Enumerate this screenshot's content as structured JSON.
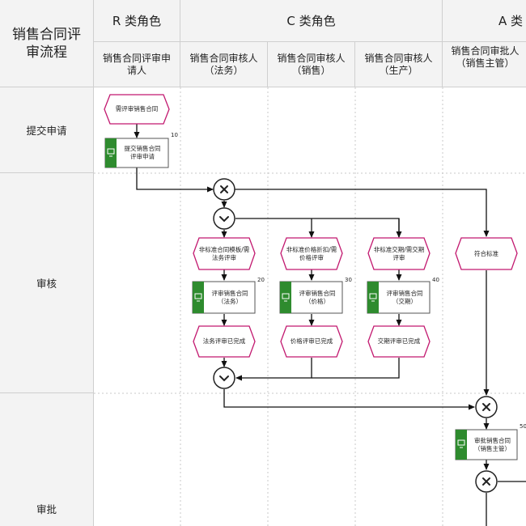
{
  "header": {
    "title": "销售合同评审流程",
    "groups": {
      "r": "R 类角色",
      "c": "C 类角色",
      "a": "A 类"
    },
    "roles": {
      "r1": "销售合同评审申请人",
      "c1": "销售合同审核人（法务）",
      "c2": "销售合同审核人（销售）",
      "c3": "销售合同审核人（生产）",
      "a1": "销售合同审批人（销售主管）"
    }
  },
  "lanes": {
    "submit": "提交申请",
    "review": "审核",
    "approve": "审批"
  },
  "events": {
    "need_review": "需评审销售合同",
    "non_std_template": "非标准合同模板/需法务评审",
    "non_std_price": "非标准价格折扣/需价格评审",
    "non_std_delivery": "非标准交期/需交期评审",
    "meets_std": "符合标准",
    "legal_done": "法务评审已完成",
    "price_done": "价格评审已完成",
    "delivery_done": "交期评审已完成"
  },
  "activities": {
    "submit": {
      "label": "提交销售合同评审申请",
      "num": "10"
    },
    "legal": {
      "label": "评审销售合同（法务）",
      "num": "20"
    },
    "price": {
      "label": "评审销售合同（价格）",
      "num": "30"
    },
    "delivery": {
      "label": "评审销售合同（交期）",
      "num": "40"
    },
    "approve": {
      "label": "审批销售合同（销售主管）",
      "num": "50"
    }
  },
  "colors": {
    "event_border": "#c2186f",
    "activity_icon": "#2e8b2e",
    "header_bg": "#f3f3f3",
    "gateway_border": "#222222"
  }
}
